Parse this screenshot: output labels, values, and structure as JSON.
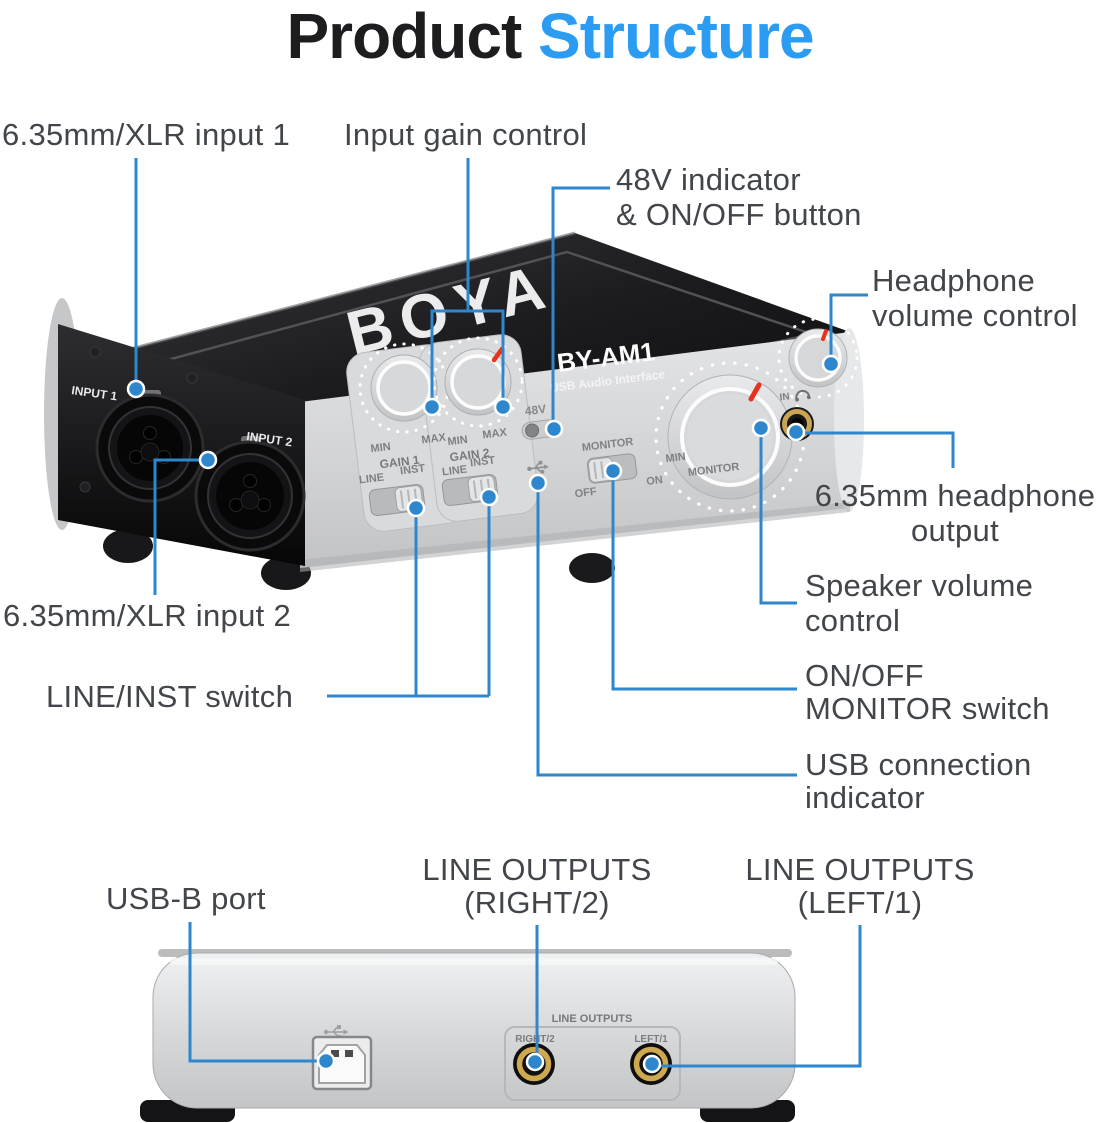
{
  "title": {
    "part1": "Product",
    "part2": "Structure"
  },
  "colors": {
    "accent_blue": "#2e86cd",
    "title_blue": "#2b9cf2",
    "title_black": "#1d1d1f",
    "label_text": "#42464a"
  },
  "callouts": {
    "input1": {
      "lines": [
        "6.35mm/XLR input 1"
      ]
    },
    "input_gain": {
      "lines": [
        "Input gain control"
      ]
    },
    "v48": {
      "lines": [
        "48V indicator",
        "& ON/OFF button"
      ]
    },
    "hp_vol": {
      "lines": [
        "Headphone",
        "volume control"
      ]
    },
    "hp_out": {
      "lines": [
        "6.35mm headphone",
        "output"
      ]
    },
    "speaker": {
      "lines": [
        "Speaker volume",
        "control"
      ]
    },
    "input2": {
      "lines": [
        "6.35mm/XLR input 2"
      ]
    },
    "line_inst": {
      "lines": [
        "LINE/INST switch"
      ]
    },
    "monitor_sw": {
      "lines": [
        "ON/OFF",
        "MONITOR switch"
      ]
    },
    "usb_ind": {
      "lines": [
        "USB connection",
        "indicator"
      ]
    },
    "usb_b": {
      "lines": [
        "USB-B port"
      ]
    },
    "line_out_right": {
      "lines": [
        "LINE OUTPUTS",
        "(RIGHT/2)"
      ]
    },
    "line_out_left": {
      "lines": [
        "LINE OUTPUTS",
        "(LEFT/1)"
      ]
    }
  },
  "device": {
    "brand": "BOYA",
    "model": "BY-AM1",
    "subtitle": "USB Audio Interface",
    "input1": "INPUT 1",
    "input2": "INPUT 2",
    "gain1": "GAIN 1",
    "gain2": "GAIN 2",
    "min": "MIN",
    "max": "MAX",
    "line": "LINE",
    "inst": "INST",
    "phantom": "48V",
    "monitor": "MONITOR",
    "off": "OFF",
    "on": "ON",
    "in_label": "IN"
  },
  "rear": {
    "line_outputs": "LINE OUTPUTS",
    "right2": "RIGHT/2",
    "left1": "LEFT/1"
  }
}
